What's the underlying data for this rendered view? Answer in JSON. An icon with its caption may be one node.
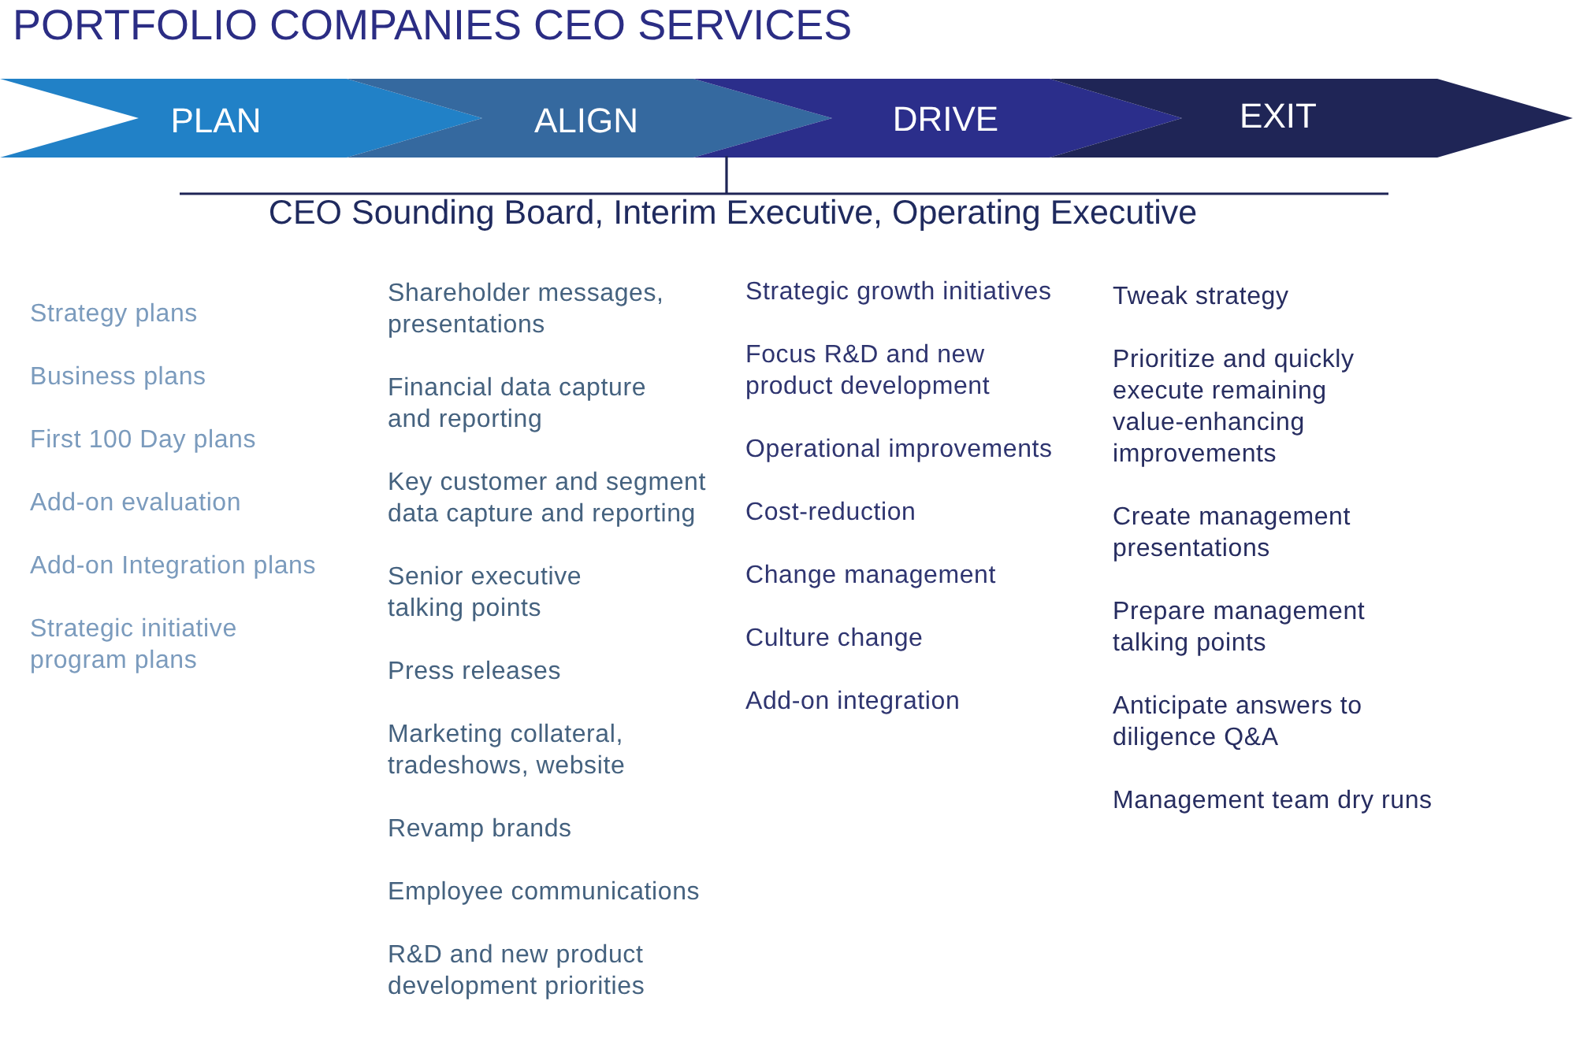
{
  "diagram": {
    "title": "PORTFOLIO COMPANIES CEO SERVICES",
    "nodes": [
      {
        "text": [
          "PLAN"
        ]
      },
      {
        "text": [
          "ALIGN"
        ]
      },
      {
        "text": [
          "DRIVE"
        ]
      },
      {
        "text": [
          "EXIT"
        ]
      }
    ],
    "labels": [
      "CEO Sounding Board, Interim Executive, Operating Executive",
      "Strategy plans",
      "Business plans",
      "First 100 Day plans",
      "Add-on evaluation",
      "Add-on Integration plans",
      "Strategic initiative program plans",
      "Shareholder messages, presentations",
      "Financial data capture and reporting",
      "Key customer and segment data capture and reporting",
      "Senior executive talking points",
      "Press releases",
      "Marketing collateral, tradeshows, website",
      "Revamp brands",
      "Employee communications",
      "R&D and new product development priorities",
      "Strategic growth initiatives",
      "Focus R&D and new product development",
      "Operational improvements",
      "Cost-reduction",
      "Change management",
      "Culture change",
      "Add-on integration",
      "Tweak strategy",
      "Prioritize and quickly execute remaining value-enhancing improvements",
      "Create management presentations",
      "Prepare management talking points",
      "Anticipate answers to diligence Q&A",
      "Management team dry runs"
    ]
  }
}
